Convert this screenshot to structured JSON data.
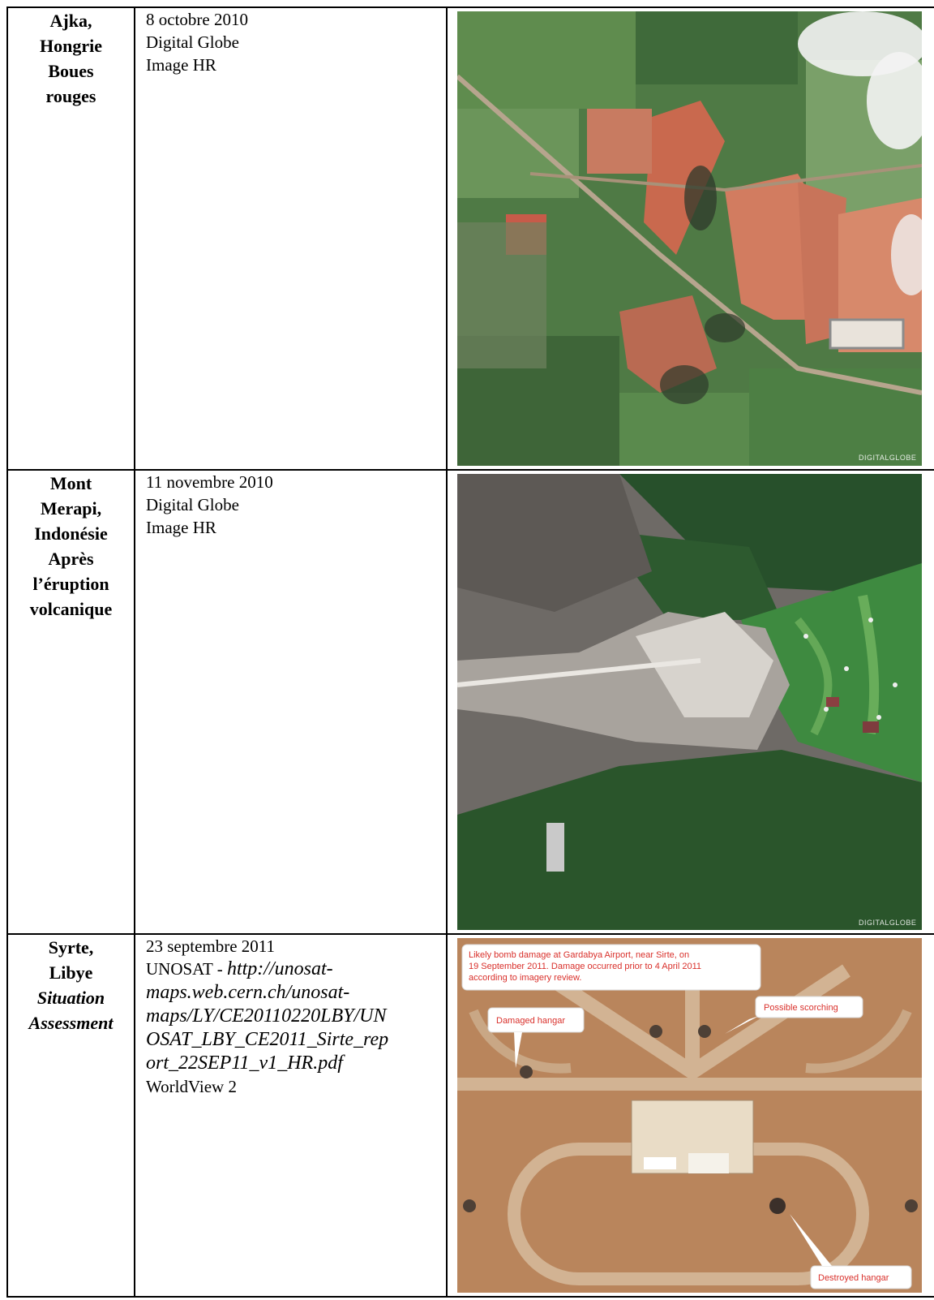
{
  "rows": [
    {
      "place": [
        "Ajka,",
        "Hongrie",
        "Boues",
        "rouges"
      ],
      "meta": [
        "8 octobre 2010",
        "Digital Globe",
        "Image HR"
      ],
      "watermark": "DIGITALGLOBE"
    },
    {
      "place": [
        "Mont",
        "Merapi,",
        "Indonésie",
        "Après",
        "l’éruption",
        "volcanique"
      ],
      "meta": [
        "11 novembre 2010",
        "Digital Globe",
        "Image HR"
      ],
      "watermark": "DIGITALGLOBE"
    },
    {
      "place": [
        "Syrte,",
        "Libye"
      ],
      "place_italic": [
        "Situation",
        "Assessment"
      ],
      "meta_first": "23 septembre 2011",
      "meta_source_prefix": "UNOSAT - ",
      "meta_url_lines": [
        "http://unosat-",
        "maps.web.cern.ch/unosat-",
        "maps/LY/CE20110220LBY/UN",
        "OSAT_LBY_CE2011_Sirte_rep",
        "ort_22SEP11_v1_HR.pdf"
      ],
      "meta_last": "WorldView 2",
      "callouts": {
        "main": [
          "Likely bomb damage at Gardabya Airport, near Sirte, on",
          "19 September 2011. Damage occurred prior to 4 April 2011",
          "according to imagery review."
        ],
        "scorching": "Possible scorching",
        "damaged": "Damaged hangar",
        "destroyed": "Destroyed hangar"
      }
    }
  ]
}
